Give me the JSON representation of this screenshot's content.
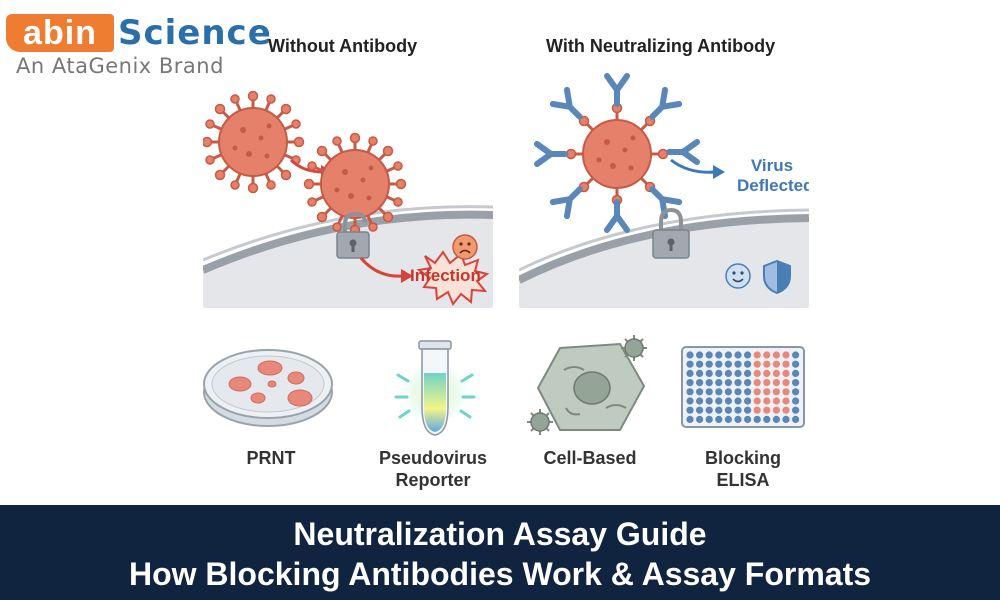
{
  "logo": {
    "abin": "abin",
    "science": "Science",
    "brand": "An AtaGenix Brand"
  },
  "panels": {
    "left": {
      "title": "Without Antibody",
      "result_label": "Infection"
    },
    "right": {
      "title": "With Neutralizing Antibody",
      "result_label_line1": "Virus",
      "result_label_line2": "Deflected"
    }
  },
  "assays": [
    {
      "label": "PRNT"
    },
    {
      "label": "Pseudovirus\nReporter"
    },
    {
      "label": "Cell-Based"
    },
    {
      "label": "Blocking\nELISA"
    }
  ],
  "footer": {
    "line1": "Neutralization Assay Guide",
    "line2": "How Blocking Antibodies Work & Assay Formats"
  },
  "colors": {
    "virus": "#e5806a",
    "virus_dark": "#c65a45",
    "antibody": "#5b86b8",
    "arrow_red": "#d8443a",
    "arrow_blue": "#3f79b5",
    "footer_bg": "#10233f",
    "logo_orange": "#ee7d31",
    "logo_blue": "#2a6fa8"
  }
}
